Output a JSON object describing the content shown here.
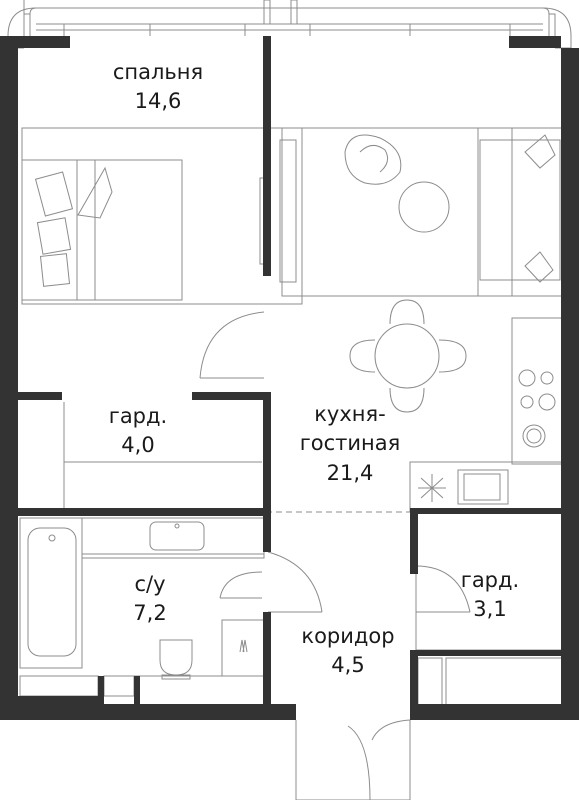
{
  "colors": {
    "wall": "#333333",
    "line": "#8c8c8c",
    "background": "#ffffff"
  },
  "rooms": {
    "bedroom": {
      "name": "спальня",
      "area": "14,6"
    },
    "closet_main": {
      "name": "гард.",
      "area": "4,0"
    },
    "kitchen_living": {
      "name_line1": "кухня-",
      "name_line2": "гостиная",
      "area": "21,4"
    },
    "bathroom": {
      "name": "с/у",
      "area": "7,2"
    },
    "closet_hall": {
      "name": "гард.",
      "area": "3,1"
    },
    "corridor": {
      "name": "коридор",
      "area": "4,5"
    }
  }
}
